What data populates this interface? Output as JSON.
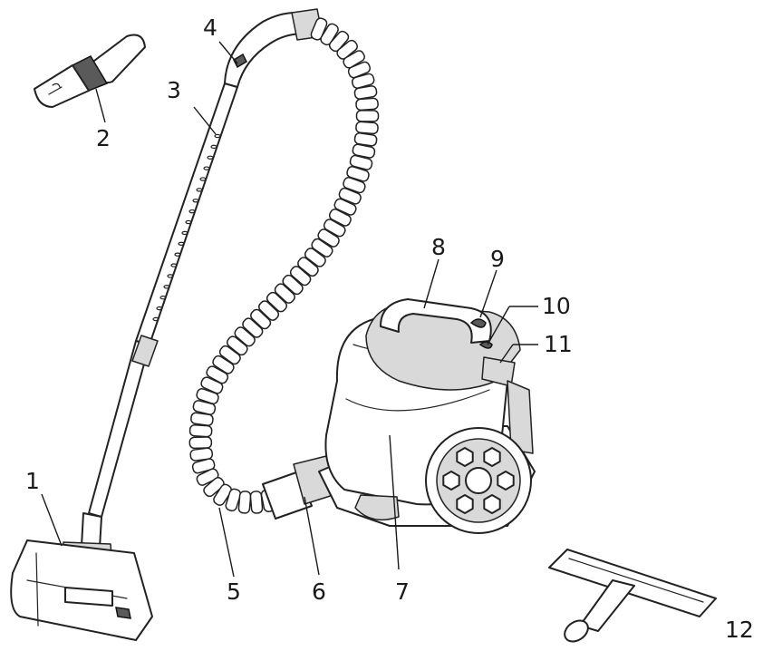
{
  "labels": {
    "l1": "1",
    "l2": "2",
    "l3": "3",
    "l4": "4",
    "l5": "5",
    "l6": "6",
    "l7": "7",
    "l8": "8",
    "l9": "9",
    "l10": "10",
    "l11": "11",
    "l12": "12"
  },
  "colors": {
    "line": "#1a1a1a",
    "fill_light": "#d9d9d9",
    "fill_dark": "#5a5a5a"
  }
}
